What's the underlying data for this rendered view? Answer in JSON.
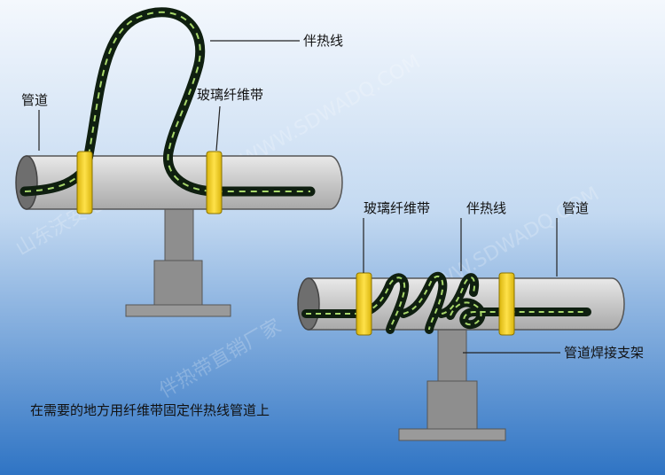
{
  "labels": {
    "left_heat_trace": "伴热线",
    "left_pipe": "管道",
    "left_fiber_tape": "玻璃纤维带",
    "right_fiber_tape": "玻璃纤维带",
    "right_heat_trace": "伴热线",
    "right_pipe": "管道",
    "weld_support": "管道焊接支架"
  },
  "caption": "在需要的地方用纤维带固定伴热线管道上",
  "watermark": {
    "line1": "山东沃安电气",
    "line2": "WWW.SDWADQ.COM",
    "line3": "伴热带直销厂家"
  },
  "colors": {
    "bg_top": "#f4f8fd",
    "bg_bottom": "#2f74c4",
    "pipe": "#c9c9c9",
    "support": "#8e8e8e",
    "fiber_tape": "#f5d21a",
    "heat_trace": "#0f1f10",
    "heat_trace_dash": "#a8d86a"
  }
}
